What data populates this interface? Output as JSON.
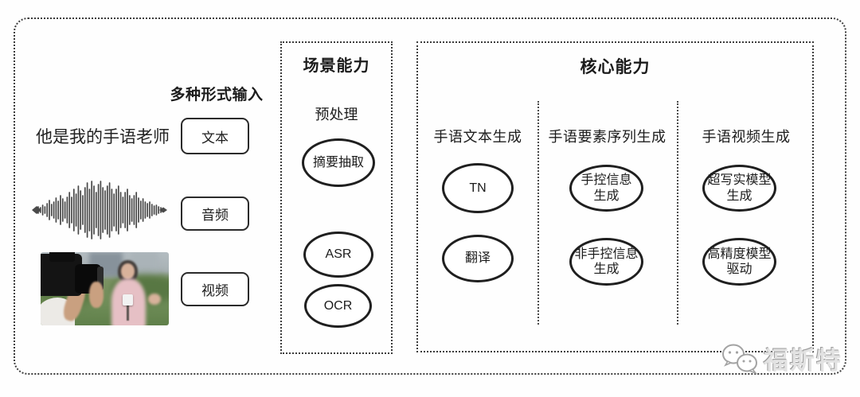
{
  "input_panel": {
    "label": "多种形式输入",
    "sample_text": "他是我的手语老师",
    "modes": [
      {
        "label": "文本"
      },
      {
        "label": "音频"
      },
      {
        "label": "视频"
      }
    ],
    "waveform": {
      "amplitudes": [
        4,
        3,
        6,
        4,
        8,
        12,
        7,
        10,
        15,
        11,
        18,
        14,
        10,
        16,
        22,
        16,
        26,
        20,
        30,
        24,
        18,
        28,
        34,
        26,
        36,
        30,
        22,
        32,
        36,
        28,
        24,
        30,
        34,
        26,
        20,
        26,
        30,
        22,
        16,
        22,
        26,
        18,
        14,
        18,
        22,
        15,
        11,
        14,
        10,
        8,
        10,
        7,
        5,
        6,
        4,
        3
      ]
    }
  },
  "scene_panel": {
    "title": "场景能力",
    "subtitle": "预处理",
    "nodes": [
      {
        "lines": [
          "摘要抽取"
        ]
      },
      {
        "lines": [
          "ASR"
        ]
      },
      {
        "lines": [
          "OCR"
        ]
      }
    ]
  },
  "core_panel": {
    "title": "核心能力",
    "columns": [
      {
        "header": "手语文本生成",
        "nodes": [
          {
            "lines": [
              "TN"
            ]
          },
          {
            "lines": [
              "翻译"
            ]
          }
        ]
      },
      {
        "header": "手语要素序列生成",
        "nodes": [
          {
            "lines": [
              "手控信息",
              "生成"
            ]
          },
          {
            "lines": [
              "非手控信息",
              "生成"
            ]
          }
        ]
      },
      {
        "header": "手语视频生成",
        "nodes": [
          {
            "lines": [
              "超写实模型",
              "生成"
            ]
          },
          {
            "lines": [
              "高精度模型",
              "驱动"
            ]
          }
        ]
      }
    ]
  },
  "watermark": {
    "text": "福斯特",
    "icon": "wechat-bubbles-icon"
  },
  "colors": {
    "frame_border": "#3c3c3c",
    "ink": "#1f1f1f",
    "watermark_gray": "#9b9b9b",
    "photo_pink": "#e6c0c5",
    "photo_green": "#6f8d58"
  }
}
